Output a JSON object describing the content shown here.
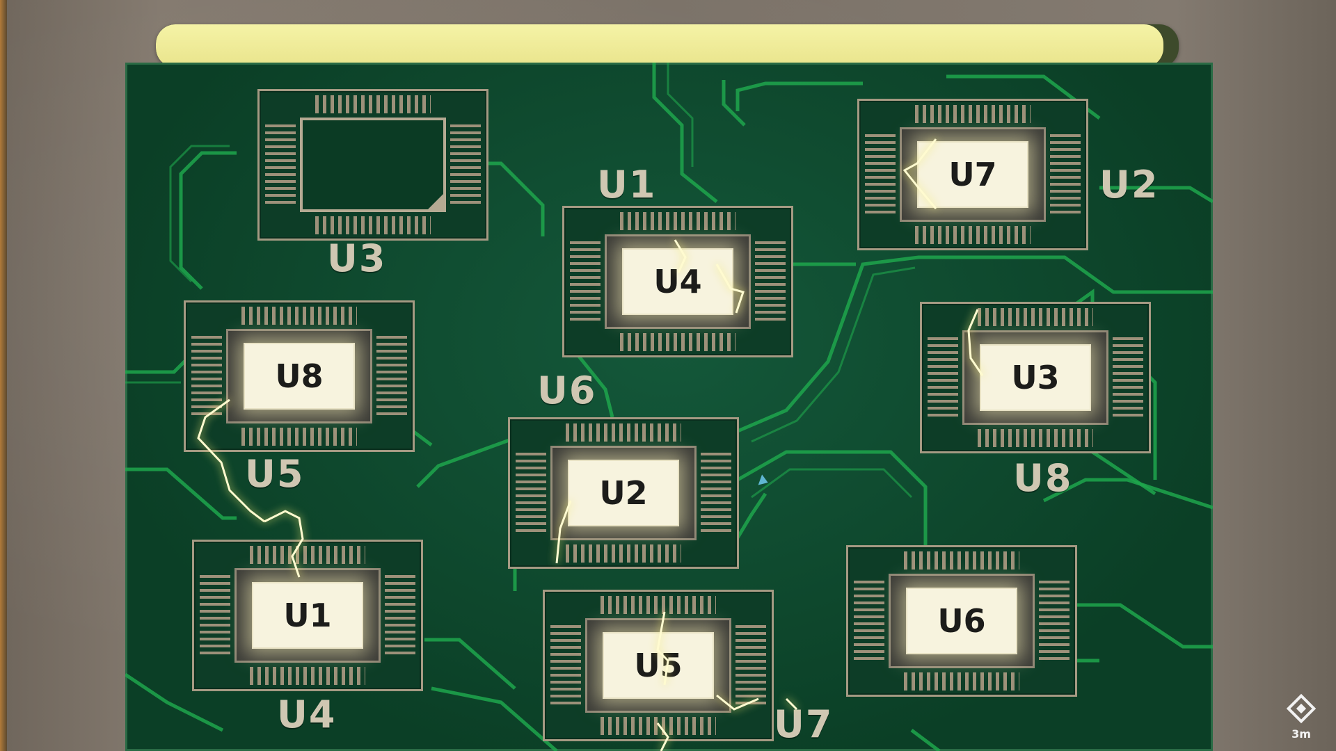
{
  "progress": {
    "fraction": 0.985
  },
  "slots": [
    {
      "id": "slot-u3",
      "label": "U3",
      "chip": null,
      "x": 0,
      "y": 0
    },
    {
      "id": "slot-u1",
      "label": "U1",
      "chip": "U4"
    },
    {
      "id": "slot-u2",
      "label": "U2",
      "chip": "U7"
    },
    {
      "id": "slot-u5",
      "label": "U5",
      "chip": "U8"
    },
    {
      "id": "slot-u6",
      "label": "U6",
      "chip": "U2"
    },
    {
      "id": "slot-u8",
      "label": "U8",
      "chip": "U3"
    },
    {
      "id": "slot-u4",
      "label": "U4",
      "chip": "U1"
    },
    {
      "id": "slot-u7",
      "label": "U7",
      "chip": "U5"
    },
    {
      "id": "slot-unlabeled",
      "label": "",
      "chip": "U6"
    }
  ],
  "hud": {
    "icon": "waypoint-diamond-icon",
    "distance": "3m"
  },
  "colors": {
    "board": "#0f4a2e",
    "trace": "#1fa64c",
    "chip": "#f7f3de",
    "progress": "#f0ec9a"
  }
}
